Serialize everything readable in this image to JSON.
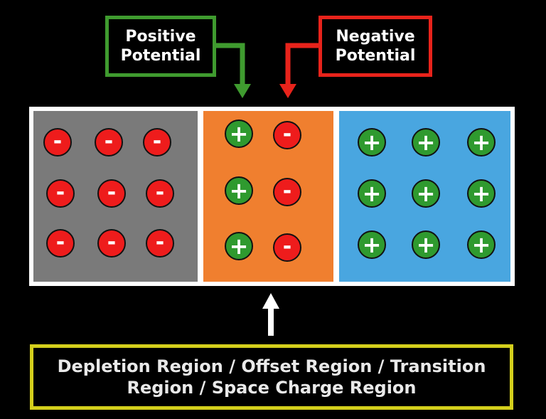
{
  "labels": {
    "positive_potential": [
      "Positive",
      "Potential"
    ],
    "negative_potential": [
      "Negative",
      "Potential"
    ],
    "depletion_region": [
      "Depletion Region / Offset Region / Transition",
      "Region / Space Charge Region"
    ]
  },
  "symbols": {
    "negative": "-",
    "positive": "+"
  },
  "colors": {
    "background": "#000000",
    "p_region": "#7a7a7a",
    "depletion_region": "#f07f2f",
    "n_region": "#49a6e0",
    "negative_charge": "#ee1c1c",
    "positive_charge": "#2f9a2f",
    "positive_box_border": "#3f9b2f",
    "negative_box_border": "#e8231b",
    "bottom_box_border": "#d4cf1c"
  },
  "regions": {
    "p_region": {
      "charge_type": "negative",
      "rows": 3,
      "cols": 3
    },
    "depletion_region": {
      "columns": [
        "positive",
        "negative"
      ],
      "rows": 3
    },
    "n_region": {
      "charge_type": "positive",
      "rows": 3,
      "cols": 3
    }
  }
}
